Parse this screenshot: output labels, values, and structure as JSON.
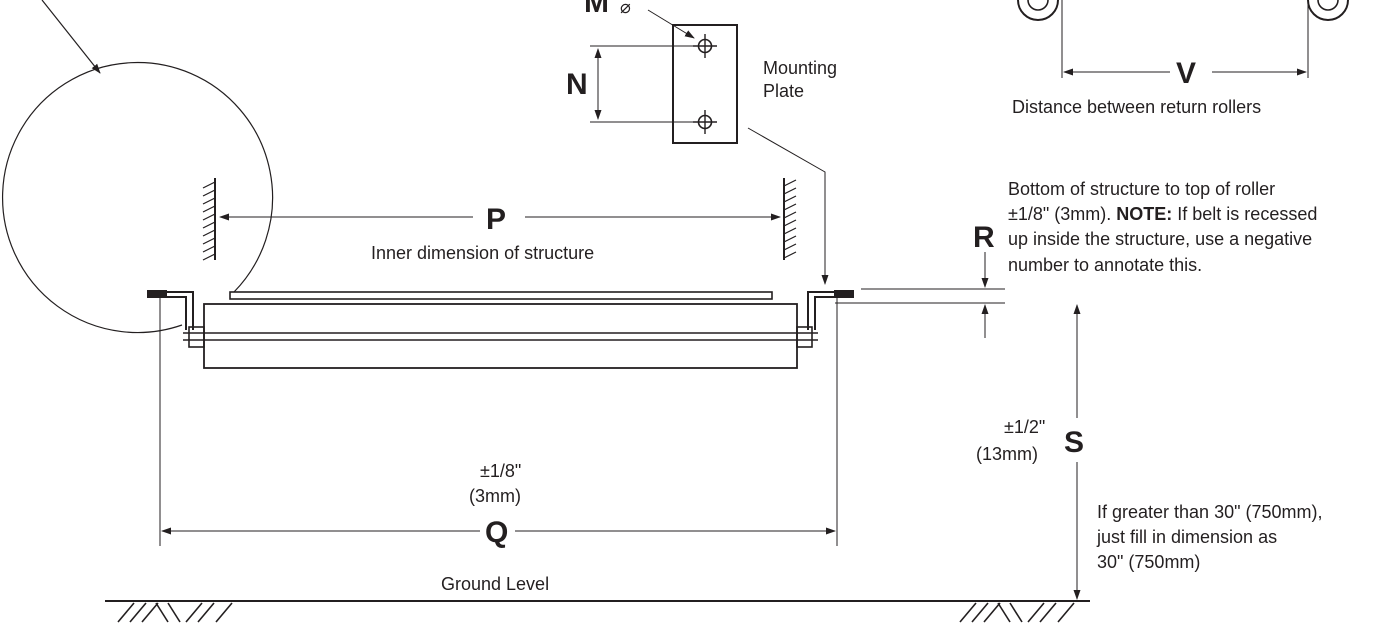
{
  "letters": {
    "M": "M",
    "diameter_symbol": "⌀",
    "N": "N",
    "P": "P",
    "Q": "Q",
    "R": "R",
    "S": "S",
    "V": "V"
  },
  "labels": {
    "mounting_plate_line1": "Mounting",
    "mounting_plate_line2": "Plate",
    "return_rollers": "Distance between return rollers",
    "inner_dimension": "Inner dimension of structure",
    "ground_level": "Ground Level"
  },
  "r_note": {
    "line1": "Bottom of structure to top of roller",
    "line2_a": "±1/8\" (3mm). ",
    "line2_bold": "NOTE:",
    "line2_b": " If belt is recessed",
    "line3": "up inside the structure, use a negative",
    "line4": "number to annotate this."
  },
  "q_tolerance": {
    "line1": "±1/8\"",
    "line2": "(3mm)"
  },
  "s_tolerance": {
    "line1": "±1/2\"",
    "line2": "(13mm)"
  },
  "s_note": {
    "line1": "If greater than 30\" (750mm),",
    "line2": "just fill in dimension as",
    "line3": "30\" (750mm)"
  }
}
